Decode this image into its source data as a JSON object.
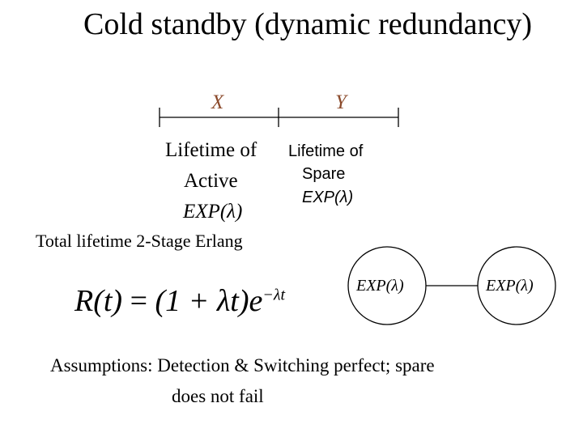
{
  "title": "Cold standby (dynamic redundancy)",
  "interval_labels": {
    "x": "X",
    "y": "Y"
  },
  "active": {
    "line1": "Lifetime of",
    "line2": "Active",
    "dist": "EXP(λ)"
  },
  "spare": {
    "line1": "Lifetime of",
    "line2": "Spare",
    "dist": "EXP(λ)"
  },
  "total": "Total lifetime 2-Stage Erlang",
  "formula": {
    "lhs": "R(t)",
    "eq": "=",
    "paren": "(1 + λt)e",
    "exp": "−λt"
  },
  "states": {
    "left": "EXP(λ)",
    "right": "EXP(λ)"
  },
  "assumptions": {
    "line1": "Assumptions: Detection & Switching perfect; spare",
    "line2": "does not fail"
  }
}
